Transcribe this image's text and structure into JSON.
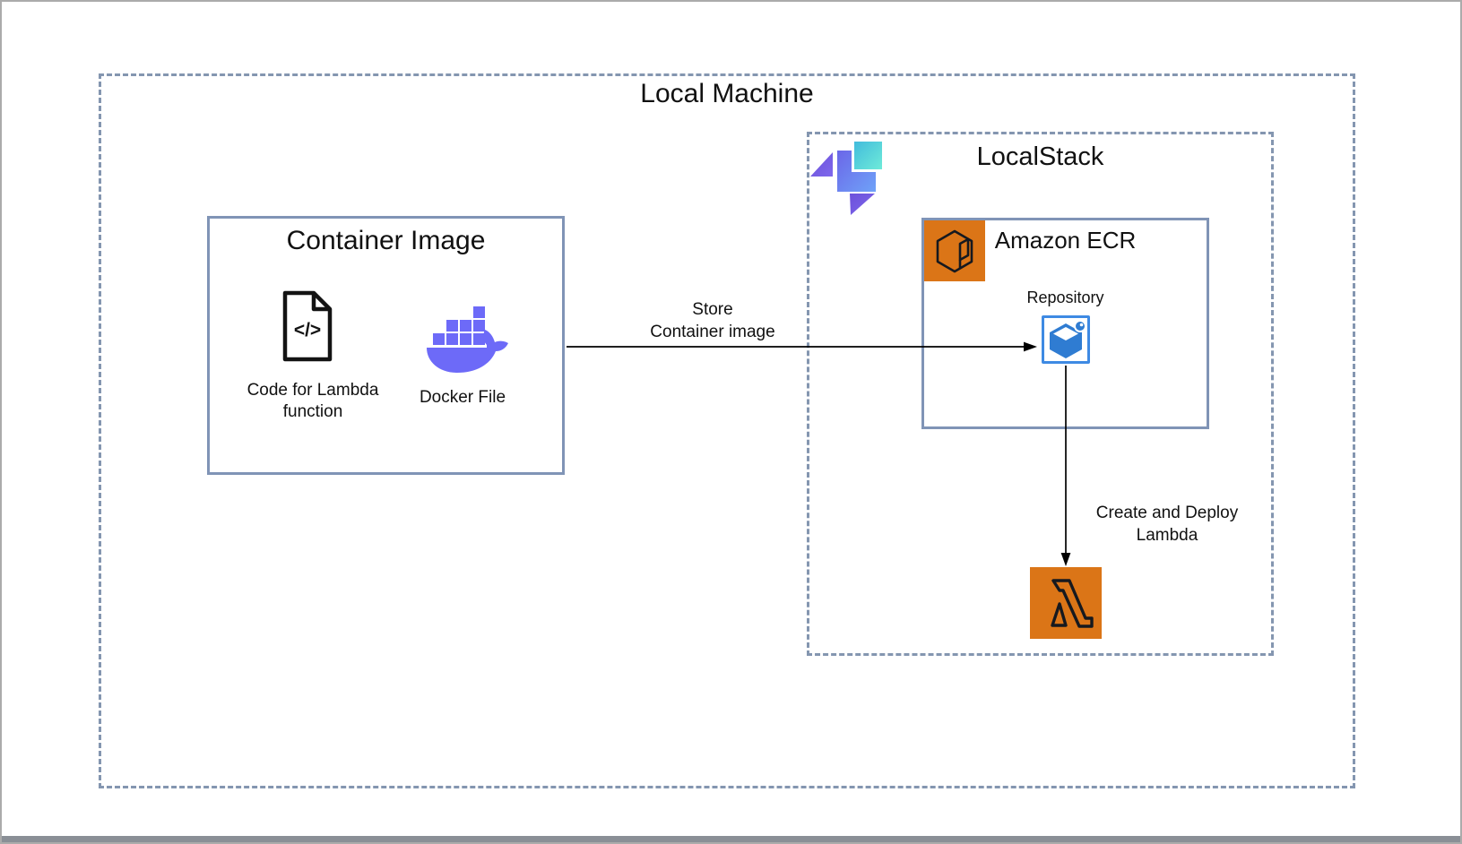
{
  "local_machine": {
    "title": "Local Machine"
  },
  "container_image": {
    "title": "Container Image",
    "code_label_line1": "Code for Lambda",
    "code_label_line2": "function",
    "code_icon_glyph": "</>",
    "docker_label": "Docker File"
  },
  "store_arrow": {
    "label_line1": "Store",
    "label_line2": "Container image"
  },
  "localstack": {
    "title": "LocalStack",
    "ecr": {
      "title": "Amazon ECR",
      "repository_label": "Repository"
    }
  },
  "deploy_arrow": {
    "label_line1": "Create and Deploy",
    "label_line2": "Lambda"
  },
  "colors": {
    "dashed_border": "#8496B0",
    "solid_border": "#8094B6",
    "aws_orange": "#DB7517",
    "docker_purple": "#6D6AF8",
    "repo_blue": "#2F7CD2",
    "repo_border_blue": "#3E8AE3",
    "arrow_black": "#000000",
    "text_black": "#111111",
    "ls_cyan_a": "#41BBDC",
    "ls_cyan_b": "#6FEBD9",
    "ls_blue_a": "#6B66E8",
    "ls_blue_b": "#6FA2F8",
    "ls_purple_a": "#6C50DA",
    "ls_purple_b": "#7E68EC",
    "frame_gray": "#ABABAB",
    "bottom_bar_gray": "#8A8F96"
  }
}
